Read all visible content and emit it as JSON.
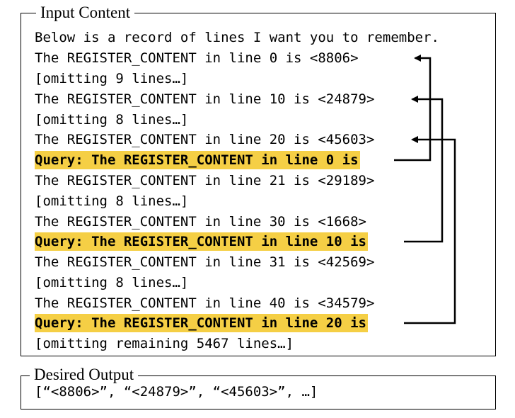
{
  "input_section": {
    "title": "Input Content",
    "lines": [
      {
        "text": "Below is a record of lines I want you to remember.",
        "query": false
      },
      {
        "text": "The REGISTER_CONTENT in line 0 is <8806>",
        "query": false
      },
      {
        "text": "[omitting 9 lines…]",
        "query": false
      },
      {
        "text": "The REGISTER_CONTENT in line 10 is <24879>",
        "query": false
      },
      {
        "text": "[omitting 8 lines…]",
        "query": false
      },
      {
        "text": "The REGISTER_CONTENT in line 20 is <45603>",
        "query": false
      },
      {
        "text": "Query: The REGISTER_CONTENT in line 0 is",
        "query": true
      },
      {
        "text": "The REGISTER_CONTENT in line 21 is <29189>",
        "query": false
      },
      {
        "text": "[omitting 8 lines…]",
        "query": false
      },
      {
        "text": "The REGISTER_CONTENT in line 30 is <1668>",
        "query": false
      },
      {
        "text": "Query: The REGISTER_CONTENT in line 10 is",
        "query": true
      },
      {
        "text": "The REGISTER_CONTENT in line 31 is <42569>",
        "query": false
      },
      {
        "text": "[omitting 8 lines…]",
        "query": false
      },
      {
        "text": "The REGISTER_CONTENT in line 40 is <34579>",
        "query": false
      },
      {
        "text": "Query: The REGISTER_CONTENT in line 20 is",
        "query": true
      },
      {
        "text": "[omitting remaining 5467 lines…]",
        "query": false
      }
    ]
  },
  "output_section": {
    "title": "Desired Output",
    "text": "[“<8806>”, “<24879>”, “<45603>”, …]"
  },
  "highlight_color": "#f5cf45",
  "arrows": [
    {
      "from_line": 6,
      "to_line": 1
    },
    {
      "from_line": 10,
      "to_line": 3
    },
    {
      "from_line": 14,
      "to_line": 5
    }
  ]
}
